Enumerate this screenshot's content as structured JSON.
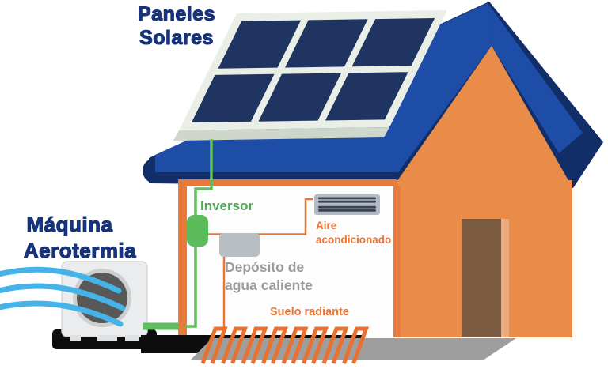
{
  "illustration": {
    "title": "Aerothermal and solar home energy diagram",
    "labels": {
      "solar_panels": {
        "line1": "Paneles",
        "line2": "Solares"
      },
      "aerothermal_machine": {
        "line1": "Máquina",
        "line2": "Aerotermia"
      },
      "inverter": "Inversor",
      "hot_water_tank": {
        "line1": "Depósito de",
        "line2": "agua caliente"
      },
      "air_conditioning": {
        "line1": "Aire",
        "line2": "acondicionado"
      },
      "radiant_floor": "Suelo radiante"
    },
    "colors": {
      "roof_blue": "#1d4da6",
      "roof_navy": "#122e68",
      "wall_orange": "#e98c49",
      "accent_orange": "#e87636",
      "coil_orange": "#e87130",
      "panel_frame": "#e9eee7",
      "panel_cell": "#1f3460",
      "connection_green": "#5ebd5c",
      "inverter_green": "#5cbb5b",
      "label_blue": "#16337e",
      "label_green": "#53a559",
      "label_gray": "#9b9b9b",
      "device_gray": "#b7bcc4",
      "door_brown": "#7c5b43",
      "air_wave_blue": "#45b3e8",
      "slab_gray": "#9e9e9e"
    }
  }
}
